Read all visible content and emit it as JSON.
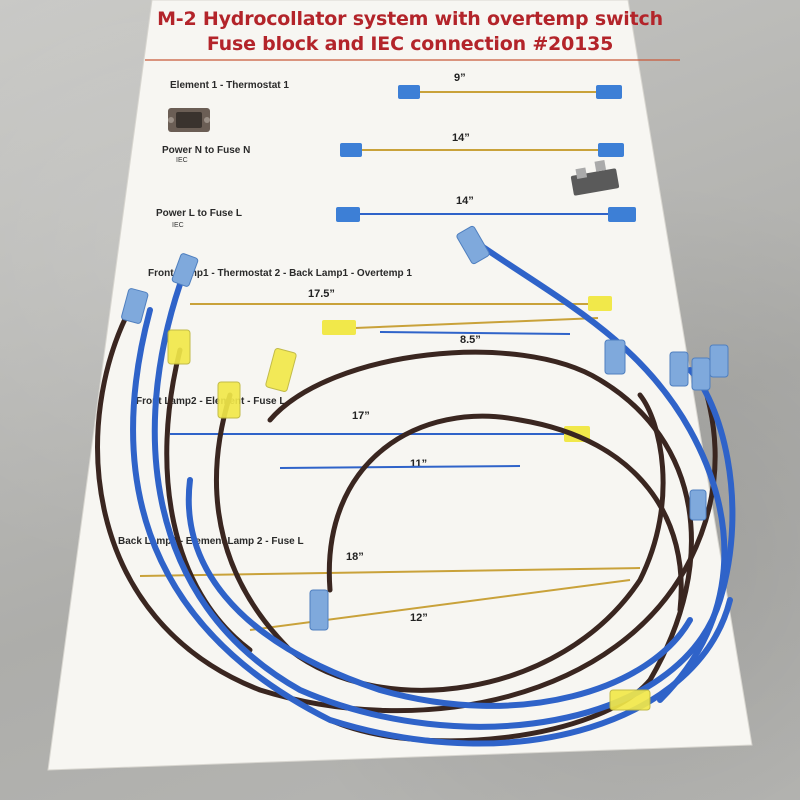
{
  "photo": {
    "title_line1": "M-2 Hydrocollator system with overtemp switch",
    "title_line2": "Fuse block and IEC connection #20135",
    "rows": [
      {
        "label": "Element 1 - Thermostat 1",
        "length": "9”"
      },
      {
        "label": "Power N to Fuse N",
        "sub": "IEC",
        "length": "14”"
      },
      {
        "label": "Power L to Fuse L",
        "sub": "IEC",
        "length": "14”"
      },
      {
        "label": "Front Lamp1 - Thermostat 2 - Back Lamp1 - Overtemp 1",
        "lengths": [
          "17.5”",
          "8.5”"
        ]
      },
      {
        "label": "Front Lamp2 - Element - Fuse L",
        "lengths": [
          "17”",
          "11”"
        ]
      },
      {
        "label": "Back Lamp2 - Element Lamp 2 - Fuse L",
        "lengths": [
          "18”",
          "12”"
        ]
      }
    ],
    "colors": {
      "title_red": "#b3242a",
      "wire_blue": "#2f63c9",
      "wire_brown": "#3a2620",
      "terminal_blue": "#7fa9dc",
      "terminal_yellow": "#f1e84a",
      "diagram_wire_gold": "#c9a23a"
    }
  }
}
